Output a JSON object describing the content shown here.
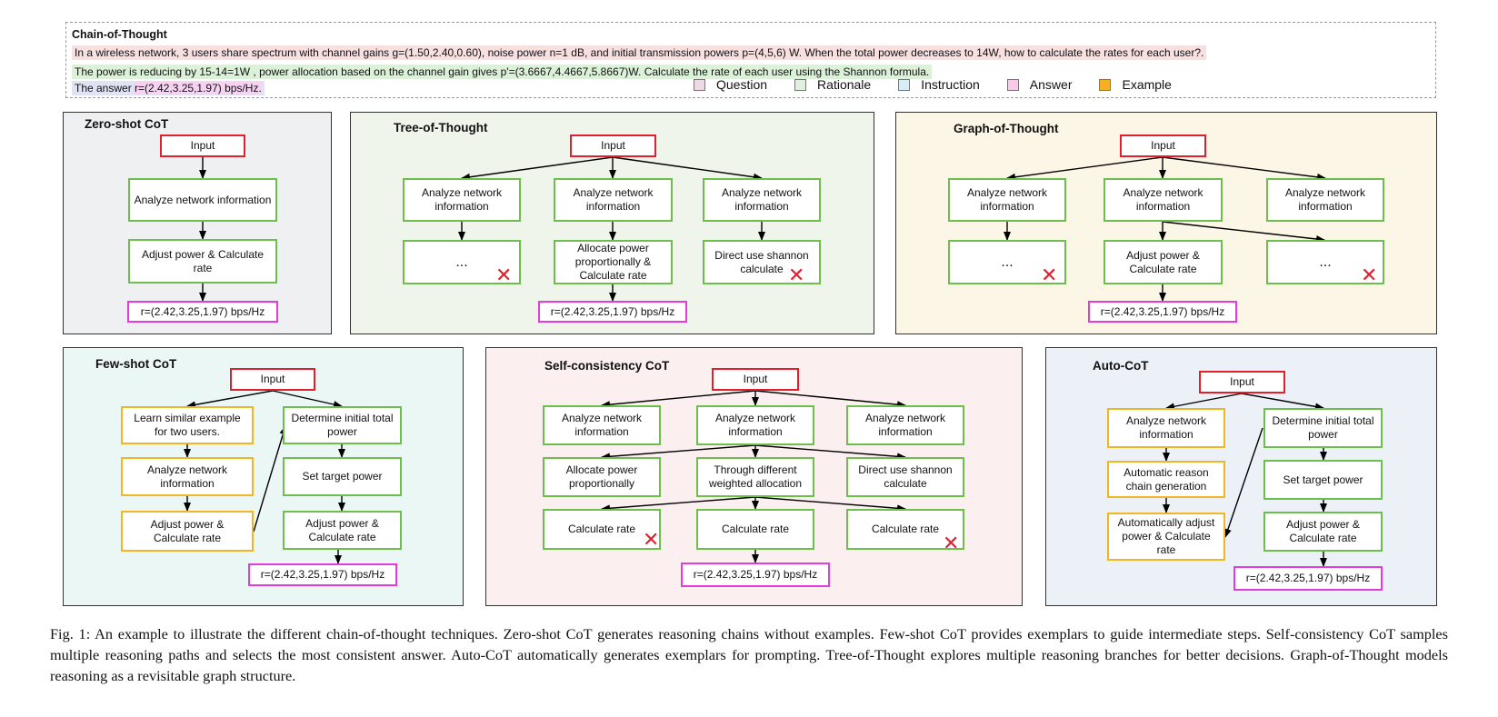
{
  "chain_of_thought": {
    "title": "Chain-of-Thought",
    "question": "In a wireless network, 3 users share spectrum with channel gains g=(1.50,2.40,0.60), noise power n=1 dB, and initial transmission powers p=(4,5,6) W. When the total power decreases to 14W, how to calculate the rates for each user?.",
    "rationale": "The power is reducing by 15-14=1W , power allocation based on the channel gain gives p'=(3.6667,4.4667,5.8667)W. Calculate the rate of each user using the Shannon formula.",
    "answer_prefix": "The answer ",
    "answer_value": "r=(2.42,3.25,1.97) bps/Hz."
  },
  "legend": [
    {
      "label": "Question",
      "color": "#efd9e6"
    },
    {
      "label": "Rationale",
      "color": "#dff0df"
    },
    {
      "label": "Instruction",
      "color": "#d6eef8"
    },
    {
      "label": "Answer",
      "color": "#f8c9e8"
    },
    {
      "label": "Example",
      "color": "#f7b120"
    }
  ],
  "panel_colors": {
    "zero_shot": "#eef0f2",
    "tree": "#eff5ea",
    "graph": "#fcf6e6",
    "few_shot": "#ebf7f5",
    "self_consistency": "#fbeff0",
    "auto": "#ecf0f7"
  },
  "panels": {
    "zero_shot": {
      "title": "Zero-shot CoT",
      "input": "Input",
      "step1": "Analyze network information",
      "step2": "Adjust power & Calculate rate",
      "answer": "r=(2.42,3.25,1.97) bps/Hz"
    },
    "tree": {
      "title": "Tree-of-Thought",
      "input": "Input",
      "branch1": "Analyze network information",
      "branch2": "Analyze network information",
      "branch3": "Analyze network information",
      "leaf1": "...",
      "leaf2": "Allocate power proportionally & Calculate rate",
      "leaf3": "Direct use shannon calculate",
      "answer": "r=(2.42,3.25,1.97) bps/Hz"
    },
    "graph": {
      "title": "Graph-of-Thought",
      "input": "Input",
      "branch1": "Analyze network information",
      "branch2": "Analyze network information",
      "branch3": "Analyze network information",
      "leaf1": "...",
      "leaf2": "Adjust power & Calculate rate",
      "leaf3": "...",
      "answer": "r=(2.42,3.25,1.97) bps/Hz"
    },
    "few_shot": {
      "title": "Few-shot CoT",
      "input": "Input",
      "ex1": "Learn  similar example for two users.",
      "ex2": "Analyze network information",
      "ex3": "Adjust power & Calculate rate",
      "s1": "Determine initial total power",
      "s2": "Set target power",
      "s3": "Adjust power  & Calculate rate",
      "answer": "r=(2.42,3.25,1.97) bps/Hz"
    },
    "self_consistency": {
      "title": "Self-consistency CoT",
      "input": "Input",
      "r1a": "Analyze network information",
      "r1b": "Analyze network information",
      "r1c": "Analyze network information",
      "r2a": "Allocate power proportionally",
      "r2b": "Through different weighted  allocation",
      "r2c": "Direct use shannon calculate",
      "r3a": "Calculate rate",
      "r3b": "Calculate rate",
      "r3c": "Calculate rate",
      "answer": "r=(2.42,3.25,1.97) bps/Hz"
    },
    "auto": {
      "title": "Auto-CoT",
      "input": "Input",
      "ex1": "Analyze network information",
      "ex2": "Automatic reason chain generation",
      "ex3": "Automatically adjust power & Calculate rate",
      "s1": "Determine initial total power",
      "s2": "Set target power",
      "s3": "Adjust power  & Calculate rate",
      "answer": "r=(2.42,3.25,1.97) bps/Hz"
    }
  },
  "caption": "Fig. 1: An example to illustrate the different chain-of-thought techniques. Zero-shot CoT generates reasoning chains without examples. Few-shot CoT provides exemplars to guide intermediate steps. Self-consistency CoT samples multiple reasoning paths and selects the most consistent answer. Auto-CoT automatically generates exemplars for prompting. Tree-of-Thought explores multiple reasoning branches for better decisions. Graph-of-Thought models reasoning as a revisitable graph structure."
}
